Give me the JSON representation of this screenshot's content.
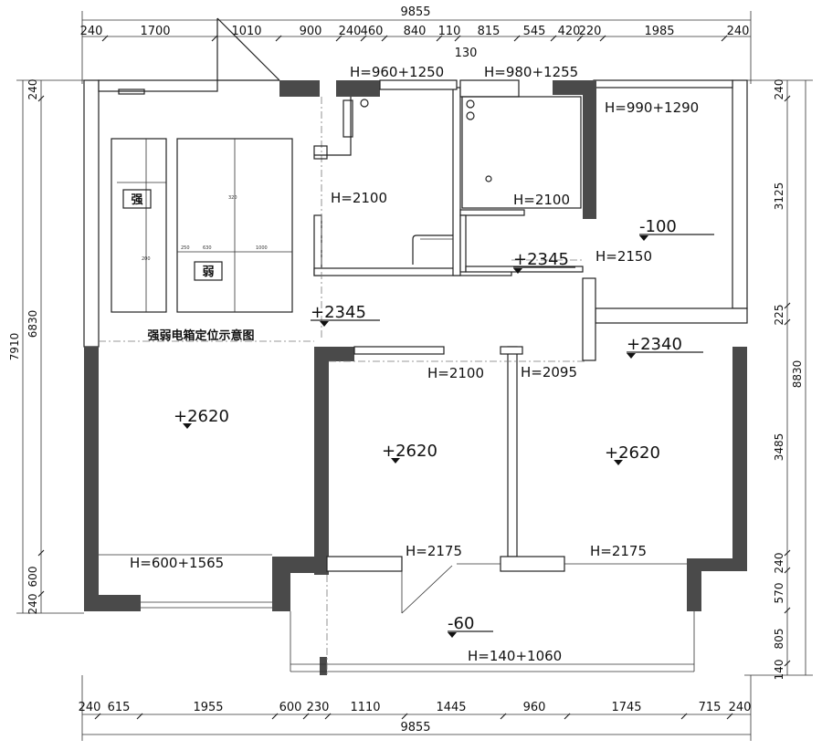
{
  "dims": {
    "top_total": "9855",
    "top_segments": [
      "240",
      "1700",
      "1010",
      "900",
      "240",
      "460",
      "840",
      "110",
      "815",
      "545",
      "420",
      "220",
      "1985",
      "240"
    ],
    "top_extra": "130",
    "bottom_total": "9855",
    "bottom_segments": [
      "240",
      "615",
      "1955",
      "600",
      "230",
      "1110",
      "1445",
      "960",
      "1745",
      "715",
      "240"
    ],
    "left_total": "7910",
    "left_sub": "6830",
    "left_segments": [
      "240",
      "240",
      "600"
    ],
    "right_total": "8830",
    "right_segments": [
      "240",
      "3125",
      "225",
      "3485",
      "240",
      "570",
      "805",
      "140"
    ]
  },
  "heights": {
    "h1": "H=960+1250",
    "h2": "H=980+1255",
    "h3": "H=990+1290",
    "h4": "H=2100",
    "h5": "H=2100",
    "h6": "H=2150",
    "h7": "H=2100",
    "h8": "H=2095",
    "h9": "H=600+1565",
    "h10": "H=2175",
    "h11": "H=2175",
    "h12": "H=140+1060"
  },
  "levels": {
    "l1": "-100",
    "l2": "+2345",
    "l3": "+2345",
    "l4": "+2340",
    "l5": "+2620",
    "l6": "+2620",
    "l7": "+2620",
    "l8": "-60"
  },
  "inset": {
    "title": "强弱电箱定位示意图",
    "strong": "强",
    "weak": "弱",
    "marks": [
      "320",
      "200",
      "1000",
      "250",
      "630"
    ]
  }
}
